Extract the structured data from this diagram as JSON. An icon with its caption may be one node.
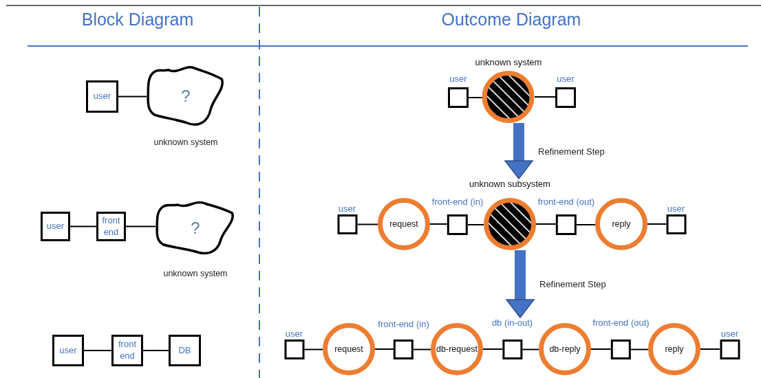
{
  "diagram": {
    "nodes": [
      {
        "text": [
          "user"
        ]
      },
      {
        "text": [
          "?"
        ],
        "beside": [
          "unknown system"
        ]
      },
      {
        "text": [
          "user"
        ]
      },
      {
        "text": [
          "front end"
        ]
      },
      {
        "text": [
          "?"
        ],
        "beside": [
          "unknown system"
        ]
      },
      {
        "text": [
          "user"
        ]
      },
      {
        "text": [
          "front end"
        ]
      },
      {
        "text": [
          "DB"
        ]
      },
      {
        "text": [
          "user"
        ]
      },
      {
        "text": [
          "unknown system"
        ]
      },
      {
        "text": [
          "user"
        ]
      },
      {
        "text": [
          "user"
        ]
      },
      {
        "text": [
          "request"
        ]
      },
      {
        "text": [
          "front-end (in)"
        ]
      },
      {
        "text": [
          "unknown subsystem"
        ]
      },
      {
        "text": [
          "front-end (out)"
        ]
      },
      {
        "text": [
          "reply"
        ]
      },
      {
        "text": [
          "user"
        ]
      },
      {
        "text": [
          "user"
        ]
      },
      {
        "text": [
          "request"
        ]
      },
      {
        "text": [
          "front-end (in)"
        ]
      },
      {
        "text": [
          "db-request"
        ]
      },
      {
        "text": [
          "db (in-out)"
        ]
      },
      {
        "text": [
          "db-reply"
        ]
      },
      {
        "text": [
          "front-end (out)"
        ]
      },
      {
        "text": [
          "reply"
        ]
      },
      {
        "text": [
          "user"
        ]
      }
    ],
    "edges": [
      {
        "from": 0,
        "to": 1,
        "arrow": "none"
      },
      {
        "from": 2,
        "to": 3,
        "arrow": "none"
      },
      {
        "from": 3,
        "to": 4,
        "arrow": "none"
      },
      {
        "from": 5,
        "to": 6,
        "arrow": "none"
      },
      {
        "from": 6,
        "to": 7,
        "arrow": "none"
      },
      {
        "from": 8,
        "to": 9,
        "arrow": "none"
      },
      {
        "from": 9,
        "to": 10,
        "arrow": "none"
      },
      {
        "from": 11,
        "to": 12,
        "arrow": "none"
      },
      {
        "from": 12,
        "to": 13,
        "arrow": "none"
      },
      {
        "from": 13,
        "to": 14,
        "arrow": "none"
      },
      {
        "from": 14,
        "to": 15,
        "arrow": "none"
      },
      {
        "from": 15,
        "to": 16,
        "arrow": "none"
      },
      {
        "from": 16,
        "to": 17,
        "arrow": "none"
      },
      {
        "from": 18,
        "to": 19,
        "arrow": "none"
      },
      {
        "from": 19,
        "to": 20,
        "arrow": "none"
      },
      {
        "from": 20,
        "to": 21,
        "arrow": "none"
      },
      {
        "from": 21,
        "to": 22,
        "arrow": "none"
      },
      {
        "from": 22,
        "to": 23,
        "arrow": "none"
      },
      {
        "from": 23,
        "to": 24,
        "arrow": "none"
      },
      {
        "from": 24,
        "to": 25,
        "arrow": "none"
      },
      {
        "from": 25,
        "to": 26,
        "arrow": "none"
      },
      {
        "from": 9,
        "to": 14,
        "arrow": "to",
        "label": "Refinement Step",
        "style": "thick",
        "color": "#4472c4"
      },
      {
        "from": 14,
        "to": 22,
        "arrow": "to",
        "label": "Refinement Step",
        "style": "thick",
        "color": "#4472c4"
      }
    ],
    "labels": [
      "Block Diagram",
      "Outcome Diagram"
    ]
  }
}
